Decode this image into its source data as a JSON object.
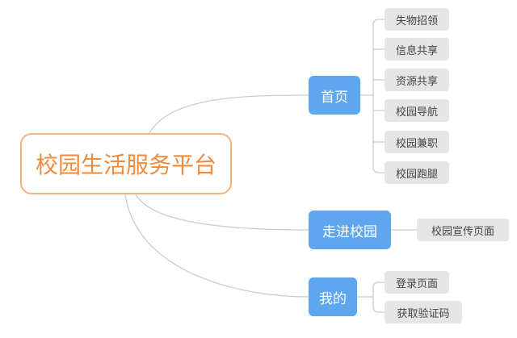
{
  "root": {
    "label": "校园生活服务平台"
  },
  "branches": [
    {
      "label": "首页",
      "children": [
        "失物招领",
        "信息共享",
        "资源共享",
        "校园导航",
        "校园兼职",
        "校园跑腿"
      ]
    },
    {
      "label": "走进校园",
      "children": [
        "校园宣传页面"
      ]
    },
    {
      "label": "我的",
      "children": [
        "登录页面",
        "获取验证码"
      ]
    }
  ],
  "colors": {
    "root_border": "#f2b27f",
    "root_text": "#f08a3c",
    "branch_fill": "#5ea7ef",
    "leaf_fill": "#e5e5e5",
    "connector": "#cccccc"
  }
}
